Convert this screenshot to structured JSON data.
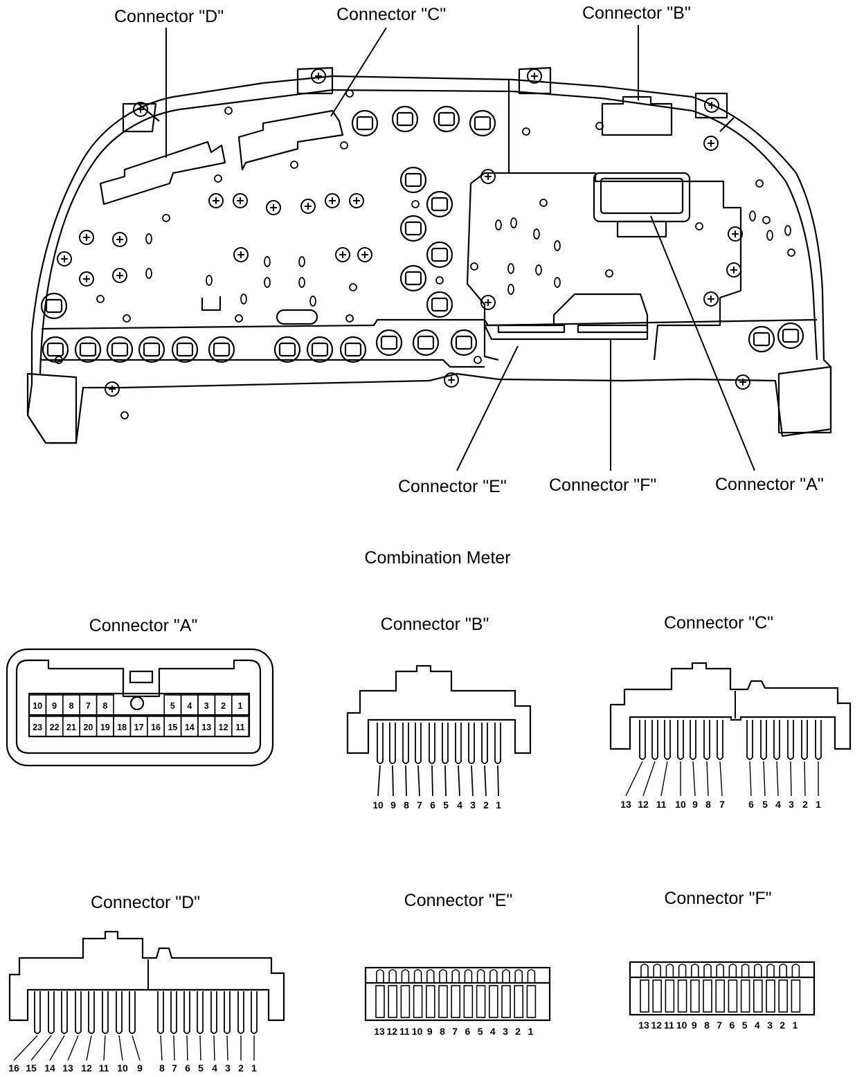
{
  "callouts": {
    "d": "Connector \"D\"",
    "c": "Connector \"C\"",
    "b": "Connector \"B\"",
    "e": "Connector \"E\"",
    "f": "Connector \"F\"",
    "a": "Connector \"A\""
  },
  "figure_caption": "Combination Meter",
  "connectors": {
    "a": {
      "title": "Connector \"A\"",
      "top_row_left": [
        "10",
        "9",
        "8",
        "7",
        "8"
      ],
      "top_row_right": [
        "5",
        "4",
        "3",
        "2",
        "1"
      ],
      "bottom_row": [
        "23",
        "22",
        "21",
        "20",
        "19",
        "18",
        "17",
        "16",
        "15",
        "14",
        "13",
        "12",
        "11"
      ]
    },
    "b": {
      "title": "Connector \"B\"",
      "pins": [
        "10",
        "9",
        "8",
        "7",
        "6",
        "5",
        "4",
        "3",
        "2",
        "1"
      ]
    },
    "c": {
      "title": "Connector \"C\"",
      "pins_left": [
        "13",
        "12",
        "11",
        "10",
        "9",
        "8",
        "7"
      ],
      "pins_right": [
        "6",
        "5",
        "4",
        "3",
        "2",
        "1"
      ]
    },
    "d": {
      "title": "Connector \"D\"",
      "pins_left": [
        "16",
        "15",
        "14",
        "13",
        "12",
        "11",
        "10",
        "9"
      ],
      "pins_right": [
        "8",
        "7",
        "6",
        "5",
        "4",
        "3",
        "2",
        "1"
      ]
    },
    "e": {
      "title": "Connector \"E\"",
      "pins": [
        "13",
        "12",
        "11",
        "10",
        "9",
        "8",
        "7",
        "6",
        "5",
        "4",
        "3",
        "2",
        "1"
      ]
    },
    "f": {
      "title": "Connector \"F\"",
      "pins": [
        "13",
        "12",
        "11",
        "10",
        "9",
        "8",
        "7",
        "6",
        "5",
        "4",
        "3",
        "2",
        "1"
      ]
    }
  },
  "colors": {
    "ink": "#000000",
    "paper": "#ffffff"
  }
}
